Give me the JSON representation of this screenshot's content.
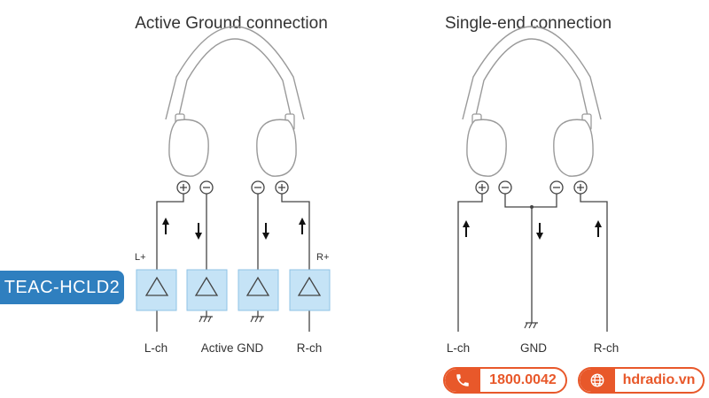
{
  "left_panel": {
    "title": "Active Ground connection",
    "polarity": {
      "plus_left": "L+",
      "plus_right": "R+"
    },
    "bottom_labels": {
      "lch": "L-ch",
      "active_gnd": "Active GND",
      "rch": "R-ch"
    }
  },
  "right_panel": {
    "title": "Single-end connection",
    "bottom_labels": {
      "lch": "L-ch",
      "gnd": "GND",
      "rch": "R-ch"
    }
  },
  "badge": {
    "text": "TEAC-HCLD2"
  },
  "contact": {
    "phone": "1800.0042",
    "website": "hdradio.vn"
  },
  "colors": {
    "badge_blue": "#2f7fbf",
    "amp_box": "#c5e3f6",
    "brand_orange": "#e8582a",
    "line": "#444444"
  },
  "icons": [
    "headphone-icon",
    "amplifier-icon",
    "ground-icon",
    "arrow-up-icon",
    "arrow-down-icon",
    "phone-icon",
    "globe-icon"
  ]
}
